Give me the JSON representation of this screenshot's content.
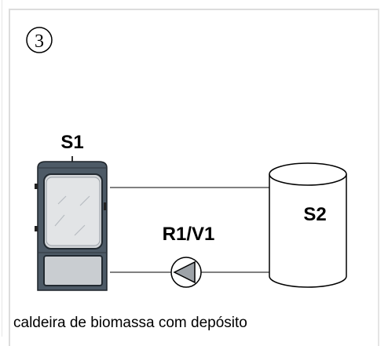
{
  "diagram": {
    "number": "3",
    "labels": {
      "boiler": "S1",
      "tank": "S2",
      "pump": "R1/V1"
    },
    "caption": "caldeira de biomassa com depósito"
  },
  "colors": {
    "boiler_body": "#4d5a66",
    "boiler_panel": "#c9cdd1",
    "tank_fill": "#ffffff",
    "line": "#000000"
  }
}
